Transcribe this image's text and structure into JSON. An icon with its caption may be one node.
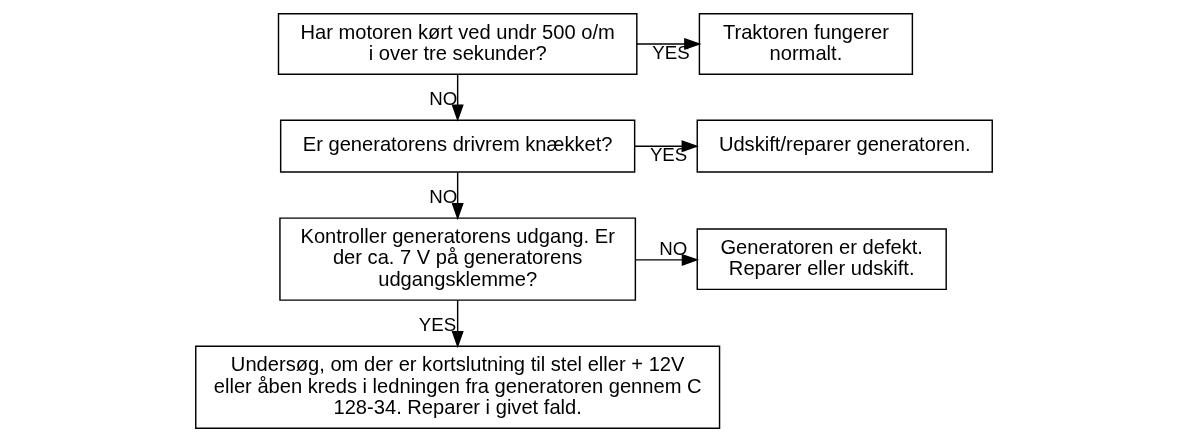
{
  "diagram": {
    "nodes": [
      {
        "text": [
          "Har motoren kørt ved undr 500 o/m i over tre sekunder?"
        ]
      },
      {
        "text": [
          "Traktoren fungerer normalt."
        ]
      },
      {
        "text": [
          "Er generatorens drivrem knækket?"
        ]
      },
      {
        "text": [
          "Udskift/reparer generatoren."
        ]
      },
      {
        "text": [
          "Kontroller generatorens udgang. Er der ca. 7 V på generatorens udgangsklemme?"
        ]
      },
      {
        "text": [
          "Generatoren er defekt. Reparer eller udskift."
        ]
      },
      {
        "text": [
          "Undersøg, om der er kortslutning til stel eller + 12V eller åben kreds i ledningen fra generatoren gennem C 128-34. Reparer i givet fald."
        ]
      }
    ],
    "edges": [
      {
        "from": 0,
        "to": 1,
        "arrow": "to",
        "label": "YES"
      },
      {
        "from": 0,
        "to": 2,
        "arrow": "to",
        "label": "NO"
      },
      {
        "from": 2,
        "to": 3,
        "arrow": "to",
        "label": "YES"
      },
      {
        "from": 2,
        "to": 4,
        "arrow": "to",
        "label": "NO"
      },
      {
        "from": 4,
        "to": 5,
        "arrow": "to",
        "label": "NO"
      },
      {
        "from": 4,
        "to": 6,
        "arrow": "to",
        "label": "YES"
      }
    ]
  }
}
